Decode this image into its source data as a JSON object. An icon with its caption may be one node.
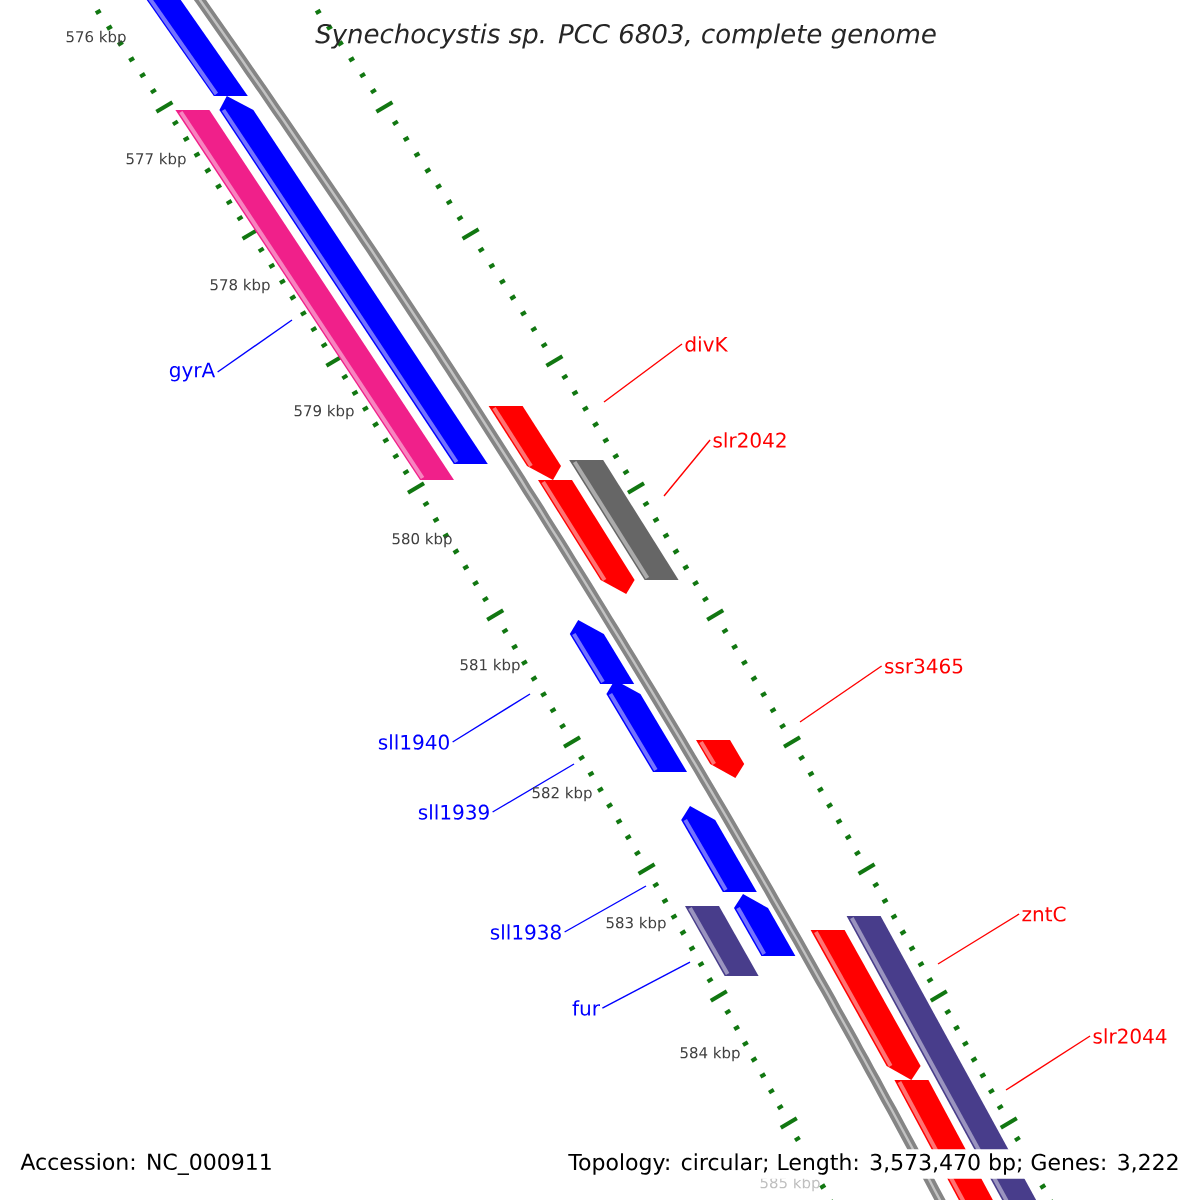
{
  "diagram": {
    "title": "Synechocystis sp. PCC 6803, complete genome",
    "nodes": [
      {
        "text": [
          "gyrA"
        ]
      },
      {
        "text": [
          "divK"
        ]
      },
      {
        "text": [
          "slr2042"
        ]
      },
      {
        "text": [
          "ssr3465"
        ]
      },
      {
        "text": [
          "sll1940"
        ]
      },
      {
        "text": [
          "sll1939"
        ]
      },
      {
        "text": [
          "sll1938"
        ]
      },
      {
        "text": [
          "fur"
        ]
      },
      {
        "text": [
          "zntC"
        ]
      },
      {
        "text": [
          "slr2044"
        ]
      }
    ],
    "edges": [
      {
        "from": 0,
        "to": null,
        "arrow": "none",
        "color": "#0000ff"
      },
      {
        "from": 1,
        "to": null,
        "arrow": "none",
        "color": "#ff0000"
      },
      {
        "from": 2,
        "to": null,
        "arrow": "none",
        "color": "#ff0000"
      },
      {
        "from": 3,
        "to": null,
        "arrow": "none",
        "color": "#ff0000"
      },
      {
        "from": 4,
        "to": null,
        "arrow": "none",
        "color": "#0000ff"
      },
      {
        "from": 5,
        "to": null,
        "arrow": "none",
        "color": "#0000ff"
      },
      {
        "from": 6,
        "to": null,
        "arrow": "none",
        "color": "#0000ff"
      },
      {
        "from": 7,
        "to": null,
        "arrow": "none",
        "color": "#0000ff"
      },
      {
        "from": 8,
        "to": null,
        "arrow": "none",
        "color": "#ff0000"
      },
      {
        "from": 9,
        "to": null,
        "arrow": "none",
        "color": "#ff0000"
      }
    ],
    "labels": [
      "576 kbp",
      "577 kbp",
      "578 kbp",
      "579 kbp",
      "580 kbp",
      "581 kbp",
      "582 kbp",
      "583 kbp",
      "584 kbp",
      "585 kbp",
      "Accession: NC_000911",
      "Topology: circular; Length: 3,573,470 bp; Genes: 3,222"
    ]
  }
}
